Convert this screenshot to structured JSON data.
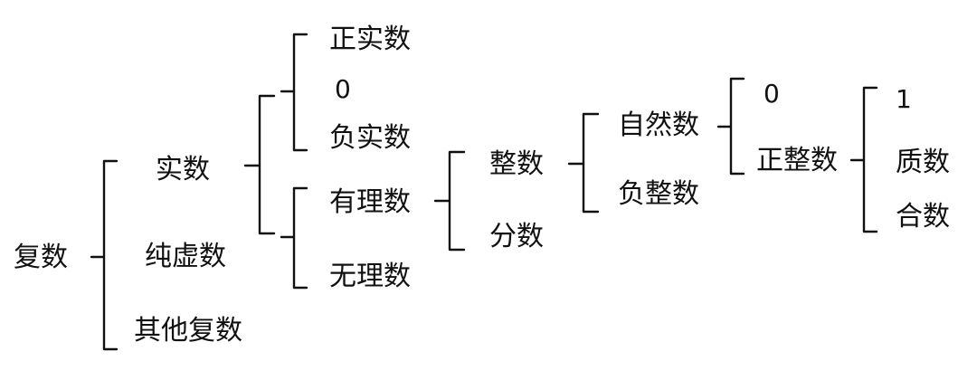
{
  "labels": {
    "complex": "复数",
    "real": "实数",
    "pure_imaginary": "纯虚数",
    "other_complex": "其他复数",
    "positive_real": "正实数",
    "zero_real": "0",
    "negative_real": "负实数",
    "rational": "有理数",
    "irrational": "无理数",
    "integer": "整数",
    "fraction": "分数",
    "natural": "自然数",
    "negative_integer": "负整数",
    "zero_natural": "0",
    "positive_integer": "正整数",
    "one": "1",
    "prime": "质数",
    "composite": "合数"
  },
  "colors": {
    "text": "#111111",
    "line": "#111111",
    "background": "#ffffff"
  }
}
